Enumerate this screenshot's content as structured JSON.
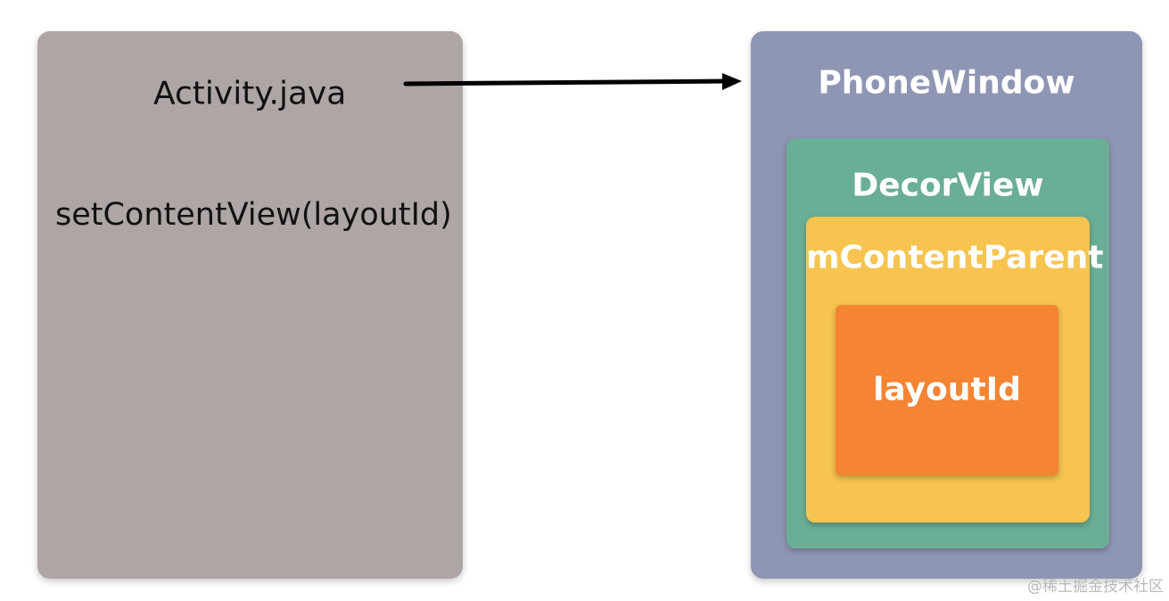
{
  "activity": {
    "title": "Activity.java",
    "call": "setContentView(layoutId)"
  },
  "phone_window": {
    "title": "PhoneWindow",
    "decor_view": {
      "title": "DecorView",
      "content_parent": {
        "title": "mContentParent",
        "layout": {
          "title": "layoutId"
        }
      }
    }
  },
  "watermark": "@稀土掘金技术社区",
  "colors": {
    "activity_card": "#aea6a4",
    "phone_window": "#8f96b4",
    "decor_view": "#6aae95",
    "content_parent": "#f6c44f",
    "layout_id": "#f58433",
    "arrow": "#000000"
  }
}
